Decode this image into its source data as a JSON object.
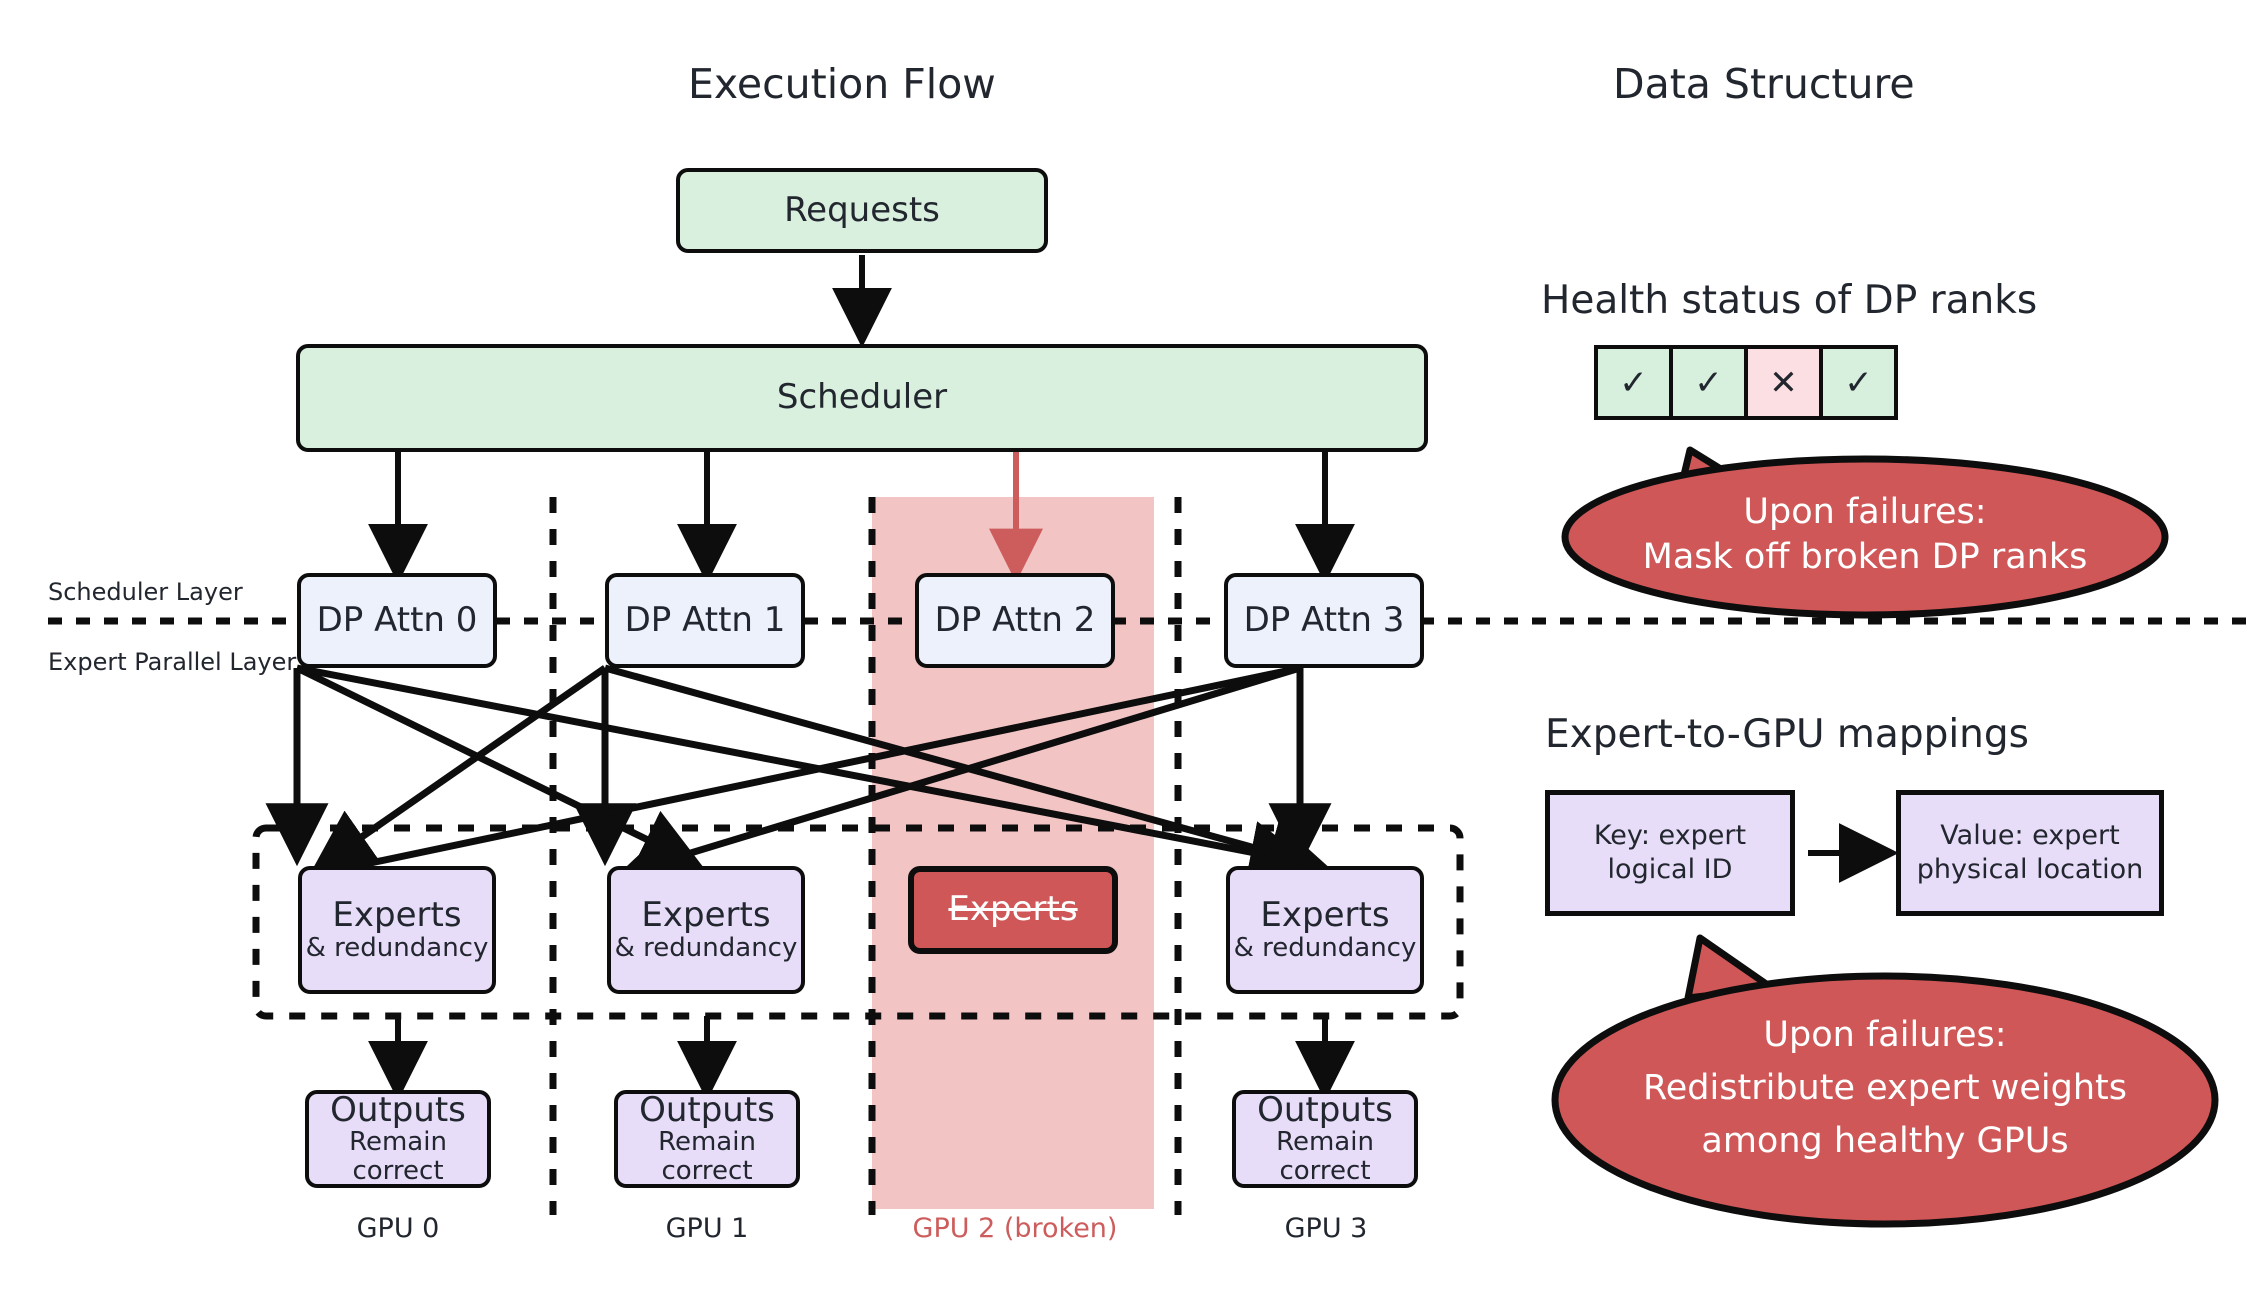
{
  "headings": {
    "left": "Execution Flow",
    "right": "Data Structure"
  },
  "execution_flow": {
    "requests": "Requests",
    "scheduler": "Scheduler",
    "layer_labels": {
      "scheduler": "Scheduler Layer",
      "expert_parallel": "Expert Parallel Layer"
    },
    "dp_attn": [
      {
        "label": "DP Attn 0",
        "broken": false
      },
      {
        "label": "DP Attn 1",
        "broken": false
      },
      {
        "label": "DP Attn 2",
        "broken": true
      },
      {
        "label": "DP Attn 3",
        "broken": false
      }
    ],
    "experts": [
      {
        "title": "Experts",
        "subtitle": "& redundancy",
        "broken": false
      },
      {
        "title": "Experts",
        "subtitle": "& redundancy",
        "broken": false
      },
      {
        "title": "Experts",
        "subtitle": "",
        "broken": true
      },
      {
        "title": "Experts",
        "subtitle": "& redundancy",
        "broken": false
      }
    ],
    "outputs": [
      {
        "title": "Outputs",
        "subtitle": "Remain correct"
      },
      {
        "title": "Outputs",
        "subtitle": "Remain correct"
      },
      {
        "title": "Outputs",
        "subtitle": "Remain correct"
      }
    ],
    "gpu_labels": [
      {
        "label": "GPU 0",
        "broken": false
      },
      {
        "label": "GPU 1",
        "broken": false
      },
      {
        "label": "GPU 2 (broken)",
        "broken": true
      },
      {
        "label": "GPU 3",
        "broken": false
      }
    ]
  },
  "data_structure": {
    "health": {
      "title": "Health status of DP ranks",
      "cells": [
        {
          "icon": "check-icon",
          "glyph": "✓",
          "state": "healthy"
        },
        {
          "icon": "check-icon",
          "glyph": "✓",
          "state": "healthy"
        },
        {
          "icon": "cross-icon",
          "glyph": "✕",
          "state": "failed"
        },
        {
          "icon": "check-icon",
          "glyph": "✓",
          "state": "healthy"
        }
      ],
      "callout_line1": "Upon failures:",
      "callout_line2": "Mask off broken DP ranks"
    },
    "mapping": {
      "title": "Expert-to-GPU mappings",
      "key_line1": "Key: expert",
      "key_line2": "logical ID",
      "value_line1": "Value: expert",
      "value_line2": "physical location",
      "callout_line1": "Upon failures:",
      "callout_line2": "Redistribute expert weights",
      "callout_line3": "among healthy GPUs"
    }
  },
  "colors": {
    "green_fill": "#d9f0df",
    "blue_fill": "#ecf1fb",
    "lavender_fill": "#e8ddf9",
    "red_accent": "#cd5c5c",
    "red_band": "#f2c4c4",
    "red_bubble": "#cf5757",
    "stroke": "#0d0d0d",
    "text": "#22262e"
  }
}
